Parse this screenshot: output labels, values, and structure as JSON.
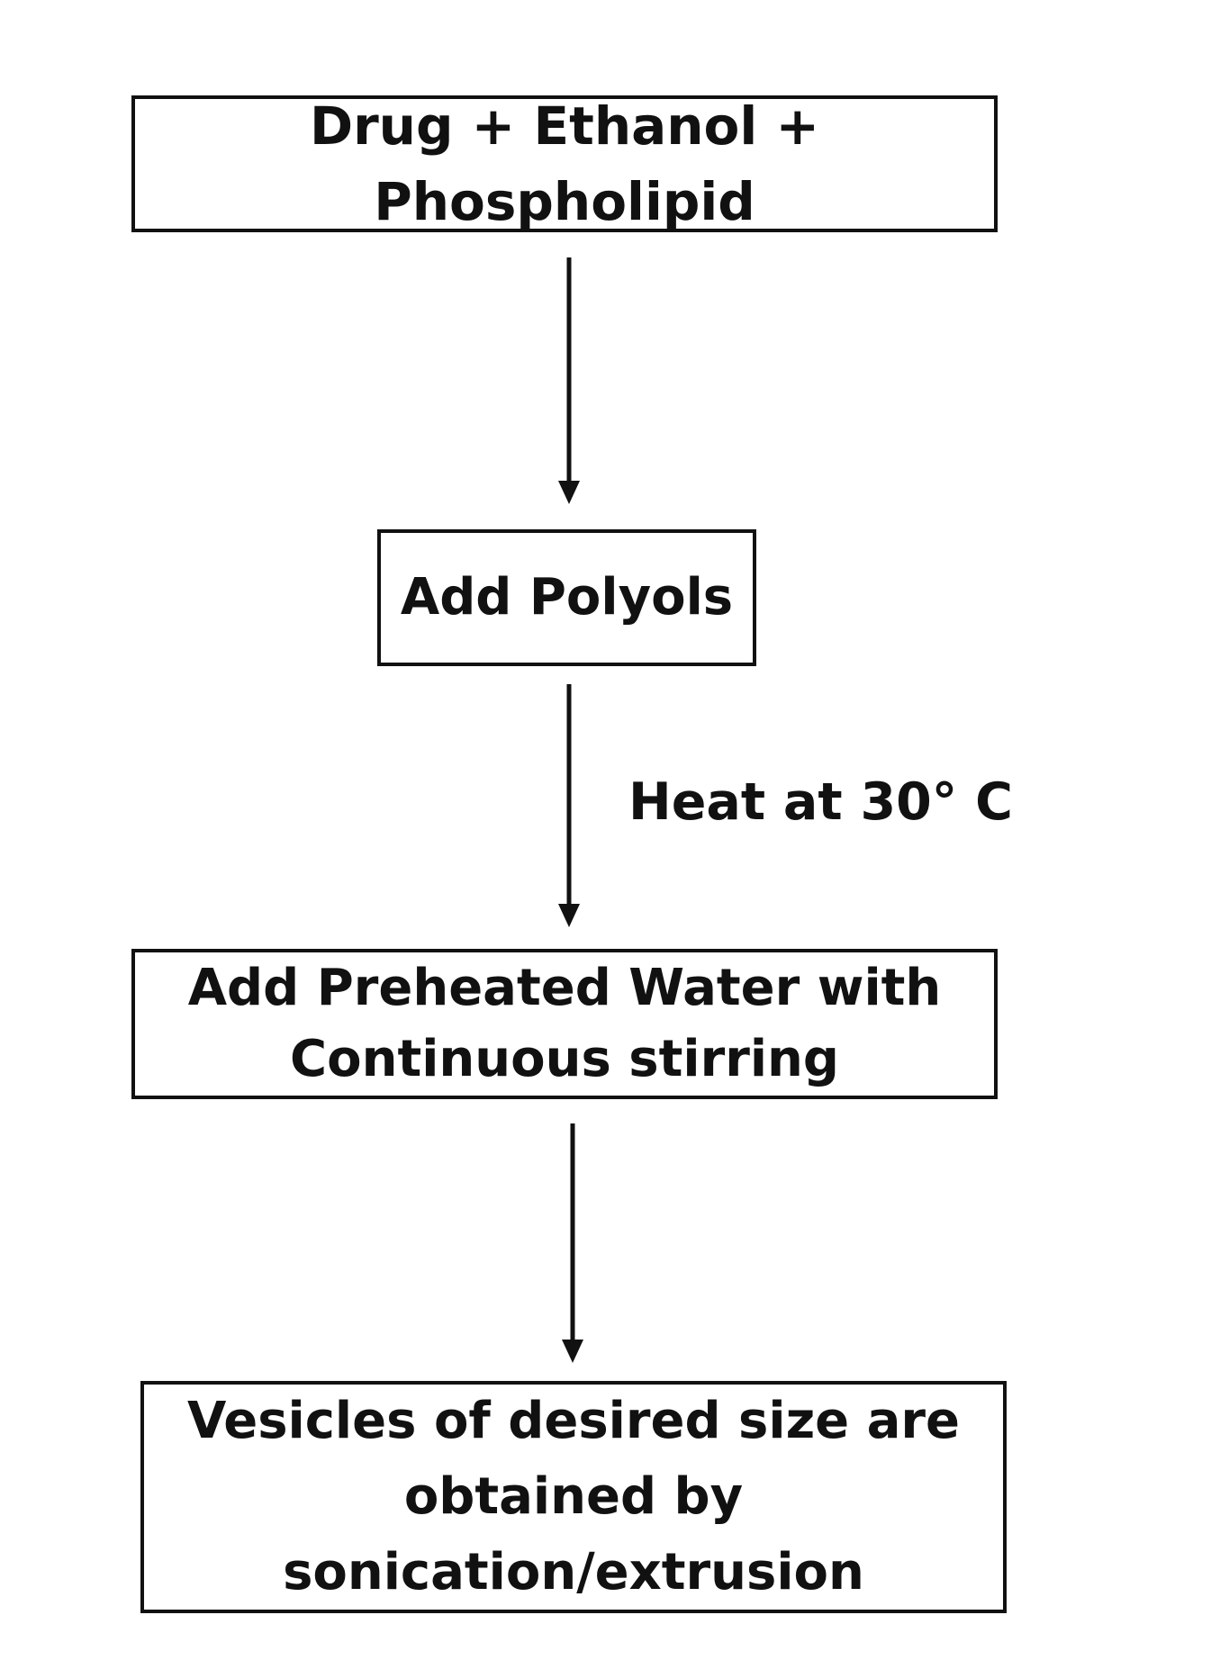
{
  "flowchart": {
    "steps": [
      {
        "text": "Drug + Ethanol + Phospholipid"
      },
      {
        "text": "Add Polyols"
      },
      {
        "text": "Add Preheated Water with\nContinuous stirring"
      },
      {
        "text": "Vesicles of desired size are\nobtained by\nsonication/extrusion"
      }
    ],
    "edges": [
      {
        "from": 0,
        "to": 1,
        "label": ""
      },
      {
        "from": 1,
        "to": 2,
        "label": "Heat at 30° C"
      },
      {
        "from": 2,
        "to": 3,
        "label": ""
      }
    ]
  },
  "colors": {
    "ink": "#111111",
    "background": "#ffffff"
  }
}
